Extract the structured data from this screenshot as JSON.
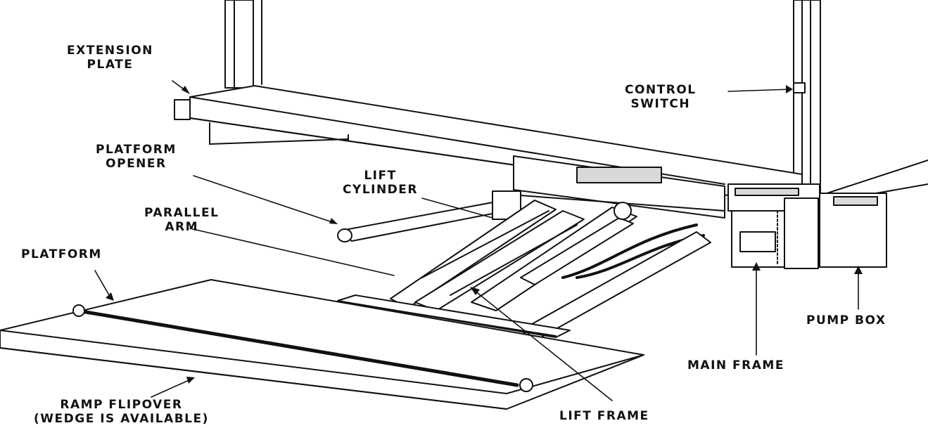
{
  "labels": {
    "extension_plate": [
      "EXTENSION",
      "PLATE"
    ],
    "control_switch": [
      "CONTROL",
      "SWITCH"
    ],
    "platform_opener": [
      "PLATFORM",
      "OPENER"
    ],
    "lift_cylinder": [
      "LIFT",
      "CYLINDER"
    ],
    "parallel_arm": [
      "PARALLEL",
      "ARM"
    ],
    "platform": "PLATFORM",
    "pump_box": "PUMP BOX",
    "main_frame": "MAIN FRAME",
    "ramp_flipover": [
      "RAMP FLIPOVER",
      "(WEDGE IS AVAILABLE)"
    ],
    "lift_frame": "LIFT FRAME"
  },
  "colors": {
    "ink": "#111111",
    "paper": "#ffffff",
    "shade": "#d9d9d9"
  }
}
